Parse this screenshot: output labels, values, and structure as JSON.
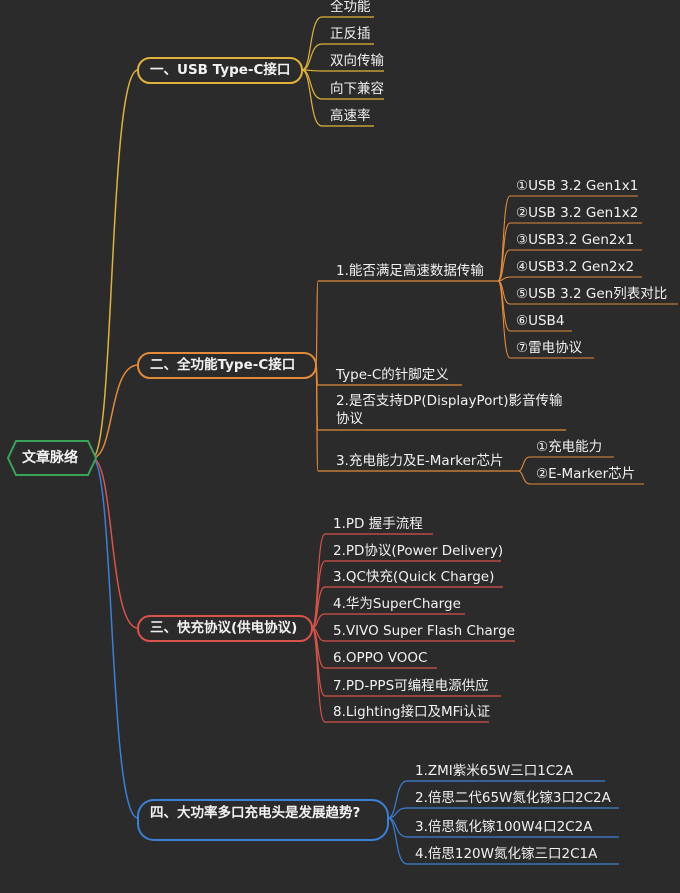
{
  "root": {
    "label": "文章脉络",
    "color": "#3aa35a"
  },
  "branches": [
    {
      "label": "一、USB Type-C接口",
      "color": "#e0b23a",
      "children": [
        {
          "label": "全功能"
        },
        {
          "label": "正反插"
        },
        {
          "label": "双向传输"
        },
        {
          "label": "向下兼容"
        },
        {
          "label": "高速率"
        }
      ]
    },
    {
      "label": "二、全功能Type-C接口",
      "color": "#e28a3a",
      "children": [
        {
          "label": "1.能否满足高速数据传输",
          "children": [
            {
              "label": "①USB 3.2 Gen1x1"
            },
            {
              "label": "②USB 3.2 Gen1x2"
            },
            {
              "label": "③USB3.2 Gen2x1"
            },
            {
              "label": "④USB3.2 Gen2x2"
            },
            {
              "label": "⑤USB 3.2 Gen列表对比"
            },
            {
              "label": "⑥USB4"
            },
            {
              "label": "⑦雷电协议"
            }
          ]
        },
        {
          "label": "Type-C的针脚定义"
        },
        {
          "label": "2.是否支持DP(DisplayPort)影音传输协议"
        },
        {
          "label": "3.充电能力及E-Marker芯片",
          "children": [
            {
              "label": "①充电能力"
            },
            {
              "label": "②E-Marker芯片"
            }
          ]
        }
      ]
    },
    {
      "label": "三、快充协议(供电协议)",
      "color": "#d9534a",
      "children": [
        {
          "label": "1.PD 握手流程"
        },
        {
          "label": "2.PD协议(Power Delivery)"
        },
        {
          "label": "3.QC快充(Quick Charge)"
        },
        {
          "label": "4.华为SuperCharge"
        },
        {
          "label": "5.VIVO Super Flash Charge"
        },
        {
          "label": "6.OPPO VOOC"
        },
        {
          "label": "7.PD-PPS可编程电源供应"
        },
        {
          "label": "8.Lighting接口及MFi认证"
        }
      ]
    },
    {
      "label": "四、大功率多口充电头是发展趋势?",
      "color": "#3b7fd6",
      "children": [
        {
          "label": "1.ZMI紫米65W三口1C2A"
        },
        {
          "label": "2.倍思二代65W氮化镓3口2C2A"
        },
        {
          "label": "3.倍思氮化镓100W4口2C2A"
        },
        {
          "label": "4.倍思120W氮化镓三口2C1A"
        }
      ]
    }
  ]
}
